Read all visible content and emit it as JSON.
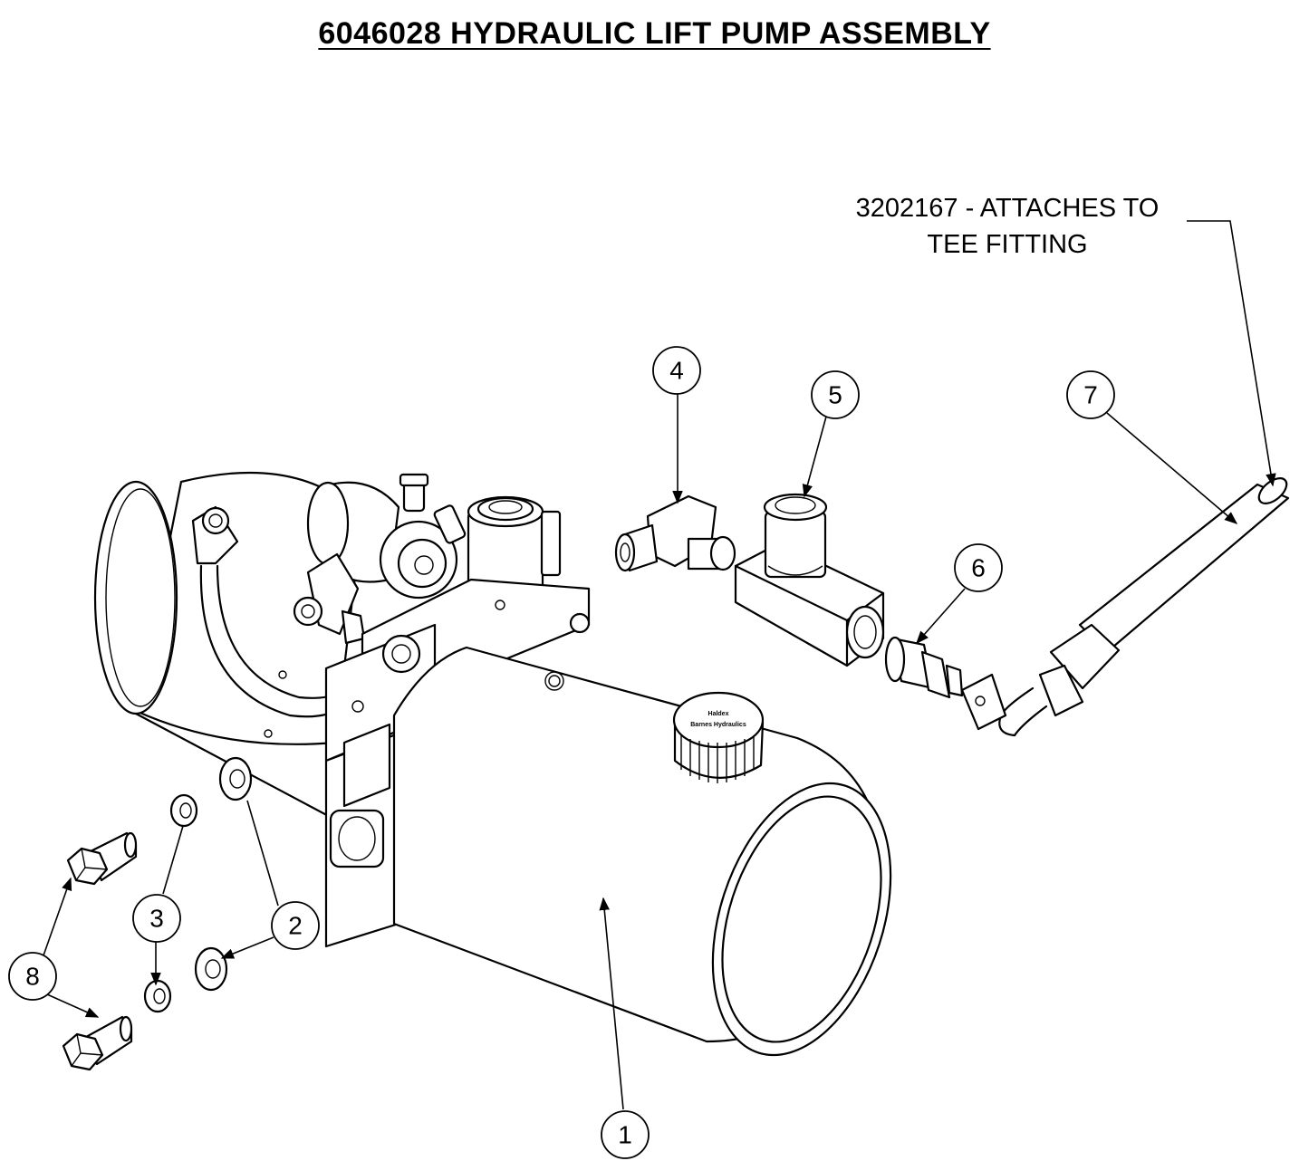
{
  "title": "6046028  HYDRAULIC LIFT PUMP ASSEMBLY",
  "note": {
    "line1": "3202167 - ATTACHES TO",
    "line2": "TEE FITTING"
  },
  "callouts": {
    "c1": "1",
    "c2": "2",
    "c3": "3",
    "c4": "4",
    "c5": "5",
    "c6": "6",
    "c7": "7",
    "c8": "8"
  },
  "reservoir_cap": {
    "line1": "Haldex",
    "line2": "Barnes Hydraulics"
  }
}
